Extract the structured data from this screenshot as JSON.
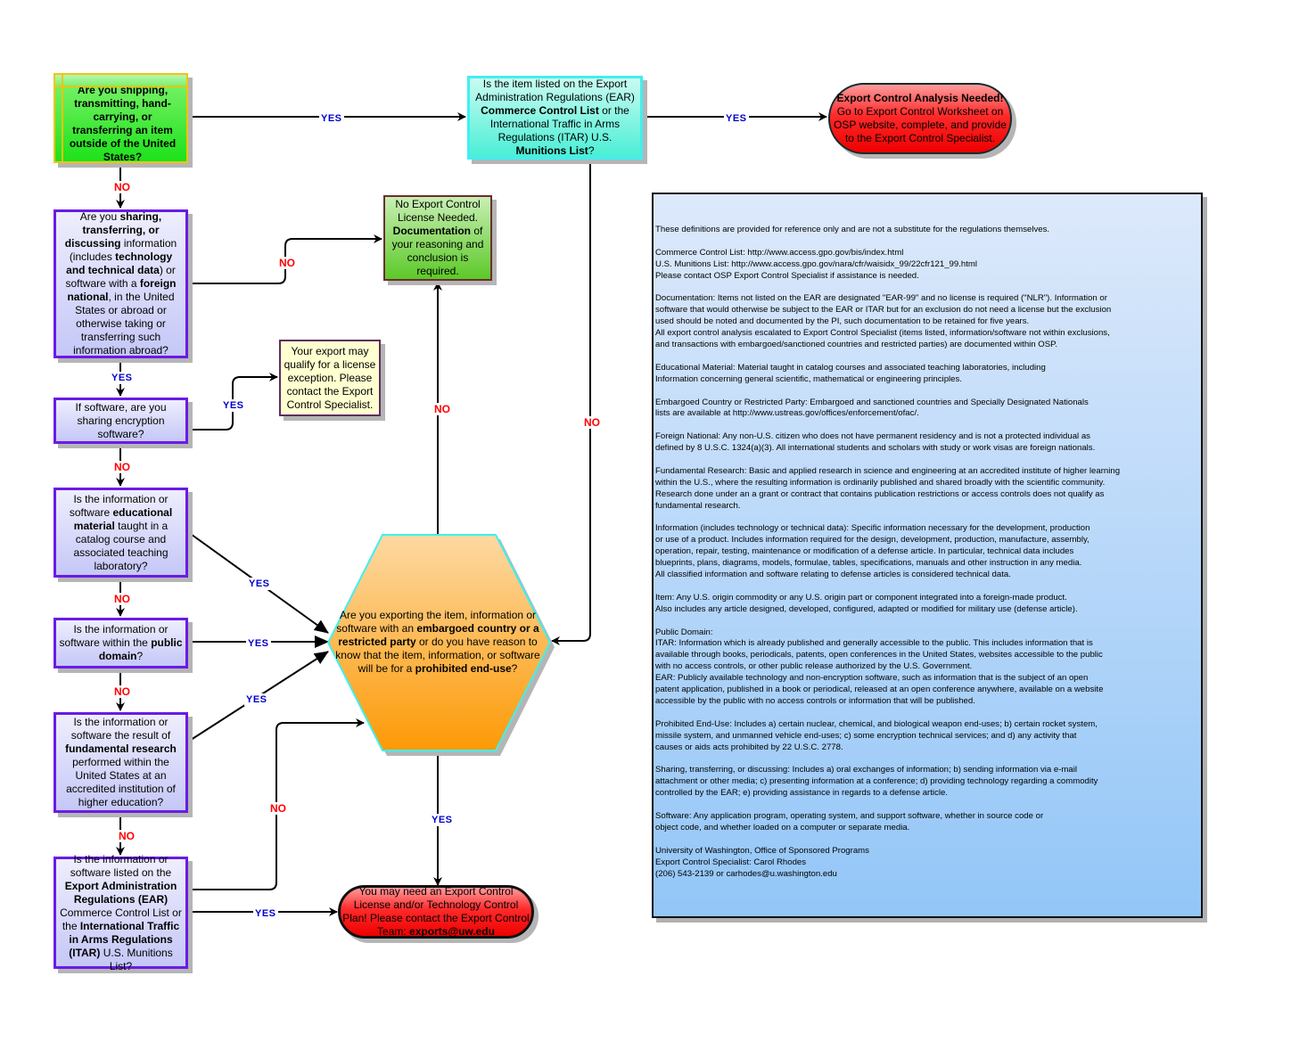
{
  "flowchart": {
    "start": {
      "text": "Are you shipping, transmitting, hand-carrying, or transferring an item outside of the United States?"
    },
    "ear_top": {
      "parts": [
        {
          "t": "Is the item listed on the Export Administration Regulations (EAR) ",
          "b": false
        },
        {
          "t": "Commerce Control List",
          "b": true
        },
        {
          "t": " or the International Traffic in Arms Regulations (ITAR) U.S. ",
          "b": false
        },
        {
          "t": "Munitions List",
          "b": true
        },
        {
          "t": "?",
          "b": false
        }
      ]
    },
    "analysis_needed": {
      "title": "Export Control Analysis Needed!",
      "body": "Go to Export Control Worksheet on OSP website,  complete, and provide to the Export Control Specialist."
    },
    "sharing": {
      "parts": [
        {
          "t": "Are you ",
          "b": false
        },
        {
          "t": "sharing, transferring, or discussing",
          "b": true
        },
        {
          "t": " information (includes ",
          "b": false
        },
        {
          "t": "technology and technical data",
          "b": true
        },
        {
          "t": ") or software with a ",
          "b": false
        },
        {
          "t": "foreign national",
          "b": true
        },
        {
          "t": ", in the United States or  abroad or otherwise taking or transferring such information abroad?",
          "b": false
        }
      ]
    },
    "no_license": {
      "parts": [
        {
          "t": "No Export Control License Needed. ",
          "b": false
        },
        {
          "t": "Documentation",
          "b": true
        },
        {
          "t": " of your reasoning and conclusion is required.",
          "b": false
        }
      ]
    },
    "license_exception": {
      "text": "Your export may qualify for a license exception.  Please contact the Export Control Specialist."
    },
    "encryption": {
      "text": "If software, are you sharing encryption software?"
    },
    "educational": {
      "parts": [
        {
          "t": "Is the information or software  ",
          "b": false
        },
        {
          "t": "educational material",
          "b": true
        },
        {
          "t": " taught in a catalog course and associated teaching laboratory?",
          "b": false
        }
      ]
    },
    "public_domain": {
      "parts": [
        {
          "t": "Is the information or software within the ",
          "b": false
        },
        {
          "t": "public domain",
          "b": true
        },
        {
          "t": "?",
          "b": false
        }
      ]
    },
    "fundamental": {
      "parts": [
        {
          "t": "Is the information or software the result of ",
          "b": false
        },
        {
          "t": "fundamental research",
          "b": true
        },
        {
          "t": " performed within the United States at an accredited institution of higher education?",
          "b": false
        }
      ]
    },
    "ear_bottom": {
      "parts": [
        {
          "t": "Is the information or software listed on the ",
          "b": false
        },
        {
          "t": "Export Administration Regulations (EAR)",
          "b": true
        },
        {
          "t": " Commerce Control List or the ",
          "b": false
        },
        {
          "t": "International Traffic in Arms Regulations (ITAR)",
          "b": true
        },
        {
          "t": " U.S. Munitions List?",
          "b": false
        }
      ]
    },
    "embargo": {
      "parts": [
        {
          "t": "Are you exporting the item, information or software with an ",
          "b": false
        },
        {
          "t": "embargoed country or a restricted party",
          "b": true
        },
        {
          "t": " or do you have reason to know that the item, information, or software will be for a ",
          "b": false
        },
        {
          "t": "prohibited end-use",
          "b": true
        },
        {
          "t": "?",
          "b": false
        }
      ]
    },
    "need_license": {
      "parts": [
        {
          "t": "You may need an Export Control License and/or Technology Control Plan!  Please contact the Export Control Team: ",
          "b": false
        },
        {
          "t": "exports@uw.edu",
          "b": true
        }
      ]
    },
    "labels": {
      "yes": "YES",
      "no": "NO"
    }
  },
  "definitions": {
    "paragraphs": [
      "These definitions are provided for reference only and are not a substitute for the regulations themselves.",
      "Commerce Control List: http://www.access.gpo.gov/bis/index.html\nU.S. Munitions List: http://www.access.gpo.gov/nara/cfr/waisidx_99/22cfr121_99.html\nPlease contact OSP Export Control Specialist if assistance is needed.",
      "Documentation: Items not listed on the EAR are designated \"EAR-99\" and no license is required (\"NLR\").  Information or\nsoftware that would otherwise be subject to the EAR or ITAR but for an exclusion do not need a license but the exclusion\nused should be noted and documented by the PI, such documentation to be retained for five years.\nAll export control analysis escalated to Export Control Specialist (items listed, information/software not within exclusions,\nand transactions with embargoed/sanctioned countries and restricted parties) are documented within OSP.",
      "Educational Material: Material taught in catalog courses and associated teaching laboratories, including\nInformation concerning general scientific, mathematical or engineering principles.",
      "Embargoed Country or Restricted Party: Embargoed and sanctioned countries and Specially Designated Nationals\nlists are available at http://www.ustreas.gov/offices/enforcement/ofac/.",
      "Foreign National: Any non-U.S. citizen who does not have permanent residency and is not a protected individual as\ndefined by 8 U.S.C. 1324(a)(3).  All international students and scholars with study or work visas are foreign nationals.",
      "Fundamental Research:  Basic and applied research in science and engineering at an accredited institute of higher learning\nwithin the U.S., where the resulting information is ordinarily published and shared broadly with the scientific community.\nResearch done under an a grant or contract that contains publication restrictions or access controls does not qualify as\nfundamental research.",
      "Information (includes technology or technical data):  Specific information necessary for the development, production\nor use of a product.  Includes information required for the design, development, production, manufacture, assembly,\noperation, repair, testing, maintenance or modification of a defense article.  In particular, technical data includes\nblueprints, plans, diagrams, models, formulae, tables, specifications, manuals and other instruction in any media.\nAll  classified information and software relating to defense articles is considered technical data.",
      "Item:  Any U.S. origin commodity or any U.S. origin part or component integrated into a foreign-made product.\nAlso includes any article designed, developed, configured, adapted or modified for military use (defense article).",
      "Public Domain:\nITAR:  Information which is already published and generally accessible to the public. This includes information that is\navailable through books, periodicals, patents, open conferences in the United States, websites accessible to the public\nwith no access controls, or other public release authorized by the U.S. Government.\nEAR:  Publicly available technology and non-encryption software, such as information that is the subject of an open\npatent application, published in a book or periodical, released at an open conference anywhere, available on a website\naccessible by the public with no access controls or information that will be published.",
      "Prohibited End-Use:   Includes a) certain nuclear, chemical, and biological weapon end-uses; b) certain rocket system,\nmissile system, and unmanned vehicle end-uses; c)  some encryption technical services; and  d) any activity that\ncauses or aids acts prohibited by 22 U.S.C. 2778.",
      "Sharing, transferring, or discussing:  Includes a) oral exchanges of information;  b) sending information via e-mail\nattachment or other media; c) presenting information at a conference; d) providing technology regarding a commodity\ncontrolled by the EAR;  e) providing assistance in regards to a defense article.",
      "Software: Any application program, operating system, and support software, whether in source code or\nobject code, and whether loaded on a computer or separate media.",
      "University of Washington, Office of Sponsored Programs\nExport Control Specialist:  Carol Rhodes\n(206) 543-2139 or carhodes@u.washington.edu"
    ]
  },
  "colors": {
    "yes_label": "#0000cc",
    "no_label": "#ff0000",
    "question_border": "#6a1be6",
    "hexagon_border": "#3ff0f0"
  }
}
